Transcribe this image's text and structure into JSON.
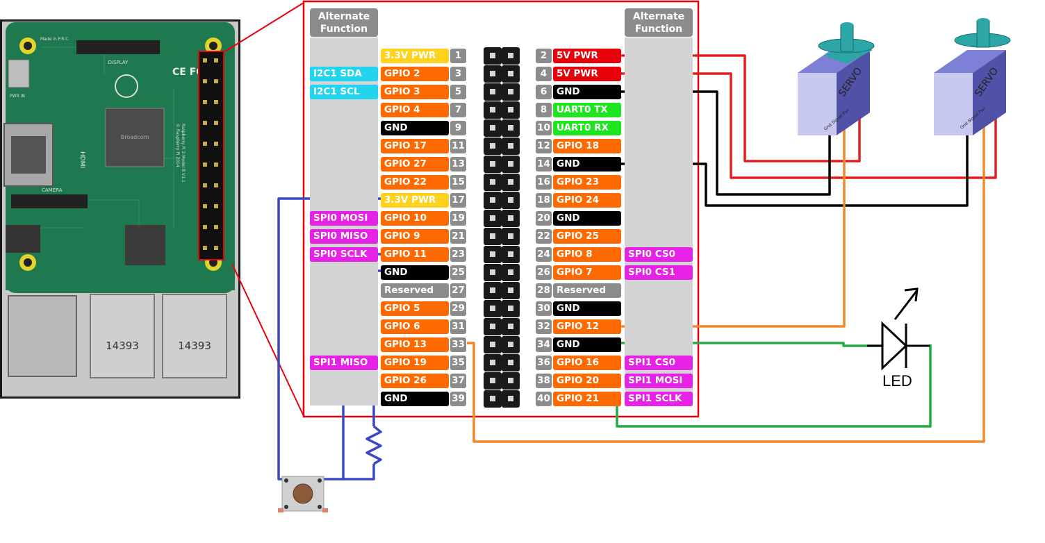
{
  "header": {
    "left_alt_title": "Alternate\nFunction",
    "right_alt_title": "Alternate\nFunction"
  },
  "colors": {
    "frame_red": "#e8000b",
    "wire_red": "#e02020",
    "wire_black": "#000000",
    "wire_orange": "#f0882c",
    "wire_green": "#22aa44",
    "wire_blue": "#3a48c4"
  },
  "left_pins": [
    {
      "num": "1",
      "label": "3.3V PWR",
      "type": "3v3",
      "alt": ""
    },
    {
      "num": "3",
      "label": "GPIO 2",
      "type": "gpio",
      "alt": "I2C1 SDA",
      "alt_type": "i2c"
    },
    {
      "num": "5",
      "label": "GPIO 3",
      "type": "gpio",
      "alt": "I2C1 SCL",
      "alt_type": "i2c"
    },
    {
      "num": "7",
      "label": "GPIO 4",
      "type": "gpio",
      "alt": ""
    },
    {
      "num": "9",
      "label": "GND",
      "type": "gnd",
      "alt": ""
    },
    {
      "num": "11",
      "label": "GPIO 17",
      "type": "gpio",
      "alt": ""
    },
    {
      "num": "13",
      "label": "GPIO 27",
      "type": "gpio",
      "alt": ""
    },
    {
      "num": "15",
      "label": "GPIO 22",
      "type": "gpio",
      "alt": ""
    },
    {
      "num": "17",
      "label": "3.3V PWR",
      "type": "3v3",
      "alt": ""
    },
    {
      "num": "19",
      "label": "GPIO 10",
      "type": "gpio",
      "alt": "SPI0 MOSI",
      "alt_type": "spi"
    },
    {
      "num": "21",
      "label": "GPIO 9",
      "type": "gpio",
      "alt": "SPI0 MISO",
      "alt_type": "spi"
    },
    {
      "num": "23",
      "label": "GPIO 11",
      "type": "gpio",
      "alt": "SPI0 SCLK",
      "alt_type": "spi"
    },
    {
      "num": "25",
      "label": "GND",
      "type": "gnd",
      "alt": ""
    },
    {
      "num": "27",
      "label": "Reserved",
      "type": "res",
      "alt": ""
    },
    {
      "num": "29",
      "label": "GPIO 5",
      "type": "gpio",
      "alt": ""
    },
    {
      "num": "31",
      "label": "GPIO 6",
      "type": "gpio",
      "alt": ""
    },
    {
      "num": "33",
      "label": "GPIO 13",
      "type": "gpio",
      "alt": ""
    },
    {
      "num": "35",
      "label": "GPIO 19",
      "type": "gpio",
      "alt": "SPI1 MISO",
      "alt_type": "spi"
    },
    {
      "num": "37",
      "label": "GPIO 26",
      "type": "gpio",
      "alt": ""
    },
    {
      "num": "39",
      "label": "GND",
      "type": "gnd",
      "alt": ""
    }
  ],
  "right_pins": [
    {
      "num": "2",
      "label": "5V PWR",
      "type": "5v",
      "alt": ""
    },
    {
      "num": "4",
      "label": "5V PWR",
      "type": "5v",
      "alt": ""
    },
    {
      "num": "6",
      "label": "GND",
      "type": "gnd",
      "alt": ""
    },
    {
      "num": "8",
      "label": "UART0 TX",
      "type": "uart",
      "alt": ""
    },
    {
      "num": "10",
      "label": "UART0 RX",
      "type": "uart",
      "alt": ""
    },
    {
      "num": "12",
      "label": "GPIO 18",
      "type": "gpio",
      "alt": ""
    },
    {
      "num": "14",
      "label": "GND",
      "type": "gnd",
      "alt": ""
    },
    {
      "num": "16",
      "label": "GPIO 23",
      "type": "gpio",
      "alt": ""
    },
    {
      "num": "18",
      "label": "GPIO 24",
      "type": "gpio",
      "alt": ""
    },
    {
      "num": "20",
      "label": "GND",
      "type": "gnd",
      "alt": ""
    },
    {
      "num": "22",
      "label": "GPIO 25",
      "type": "gpio",
      "alt": ""
    },
    {
      "num": "24",
      "label": "GPIO 8",
      "type": "gpio",
      "alt": "SPI0 CS0",
      "alt_type": "spi"
    },
    {
      "num": "26",
      "label": "GPIO 7",
      "type": "gpio",
      "alt": "SPI0 CS1",
      "alt_type": "spi"
    },
    {
      "num": "28",
      "label": "Reserved",
      "type": "res",
      "alt": ""
    },
    {
      "num": "30",
      "label": "GND",
      "type": "gnd",
      "alt": ""
    },
    {
      "num": "32",
      "label": "GPIO 12",
      "type": "gpio",
      "alt": ""
    },
    {
      "num": "34",
      "label": "GND",
      "type": "gnd",
      "alt": ""
    },
    {
      "num": "36",
      "label": "GPIO 16",
      "type": "gpio",
      "alt": "SPI1 CS0",
      "alt_type": "spi"
    },
    {
      "num": "38",
      "label": "GPIO 20",
      "type": "gpio",
      "alt": "SPI1 MOSI",
      "alt_type": "spi"
    },
    {
      "num": "40",
      "label": "GPIO 21",
      "type": "gpio",
      "alt": "SPI1 SCLK",
      "alt_type": "spi"
    }
  ],
  "servos": [
    {
      "label": "SERVO",
      "pins": "Gnd  Signal  Pwr"
    },
    {
      "label": "SERVO",
      "pins": "Gnd  Signal  Pwr"
    }
  ],
  "led": {
    "label": "LED"
  },
  "board": {
    "usb_chip_text": "14393",
    "usb_chip_text_2": "14393",
    "hdmi_text": "HDMI",
    "camera_text": "CAMERA",
    "display_text": "DISPLAY",
    "made_in": "Made in P.R.C.",
    "chip_brand": "Broadcom",
    "model_text": "Raspberry Pi 2 Model B V1.1",
    "copyright": "© Raspberry Pi 2014",
    "pwr_in": "PWR IN",
    "ce_fc": "CE FC"
  }
}
